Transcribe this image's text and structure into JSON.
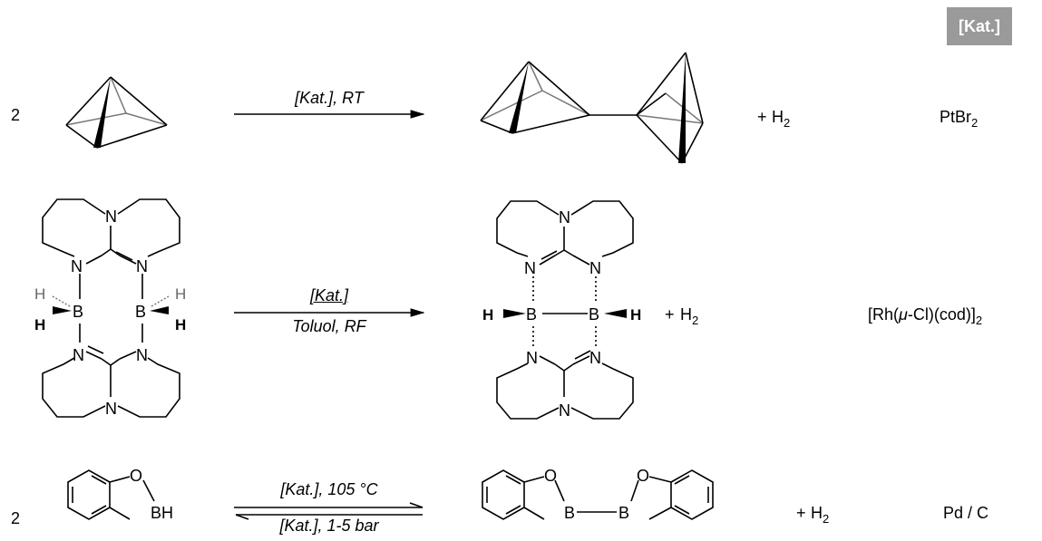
{
  "header": {
    "catalyst_header": "[Kat.]"
  },
  "reactions": [
    {
      "coefficient": "2",
      "conditions_top": "[Kat.], RT",
      "conditions_bottom": "",
      "byproduct_plus": "+",
      "byproduct": "H",
      "byproduct_sub": "2",
      "catalyst_main": "PtBr",
      "catalyst_sub": "2",
      "catalyst_tail": ""
    },
    {
      "coefficient": "",
      "conditions_top": "[Kat.]",
      "conditions_bottom": "Toluol, RF",
      "byproduct_plus": "+",
      "byproduct": "H",
      "byproduct_sub": "2",
      "catalyst_prefix": "[Rh(",
      "catalyst_mu": "μ",
      "catalyst_mid": "-Cl)(cod)]",
      "catalyst_sub": "2"
    },
    {
      "coefficient": "2",
      "conditions_top": "[Kat.], 105 °C",
      "conditions_bottom": "[Kat.], 1-5 bar",
      "byproduct_plus": "+",
      "byproduct": "H",
      "byproduct_sub": "2",
      "catalyst_main": "Pd / C",
      "catalyst_sub": "",
      "catalyst_tail": ""
    }
  ],
  "atoms": {
    "n": "N",
    "b": "B",
    "h": "H",
    "o": "O",
    "bh": "BH"
  }
}
